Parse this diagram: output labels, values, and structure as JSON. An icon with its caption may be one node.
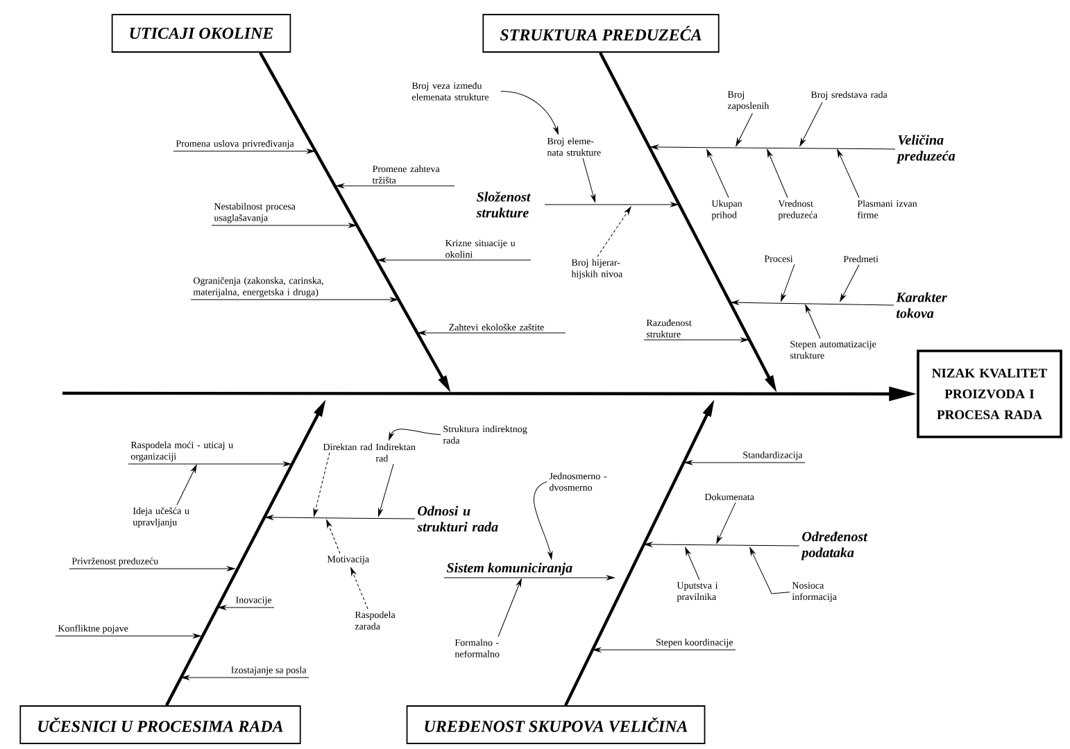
{
  "diagram": {
    "nodes": [
      {
        "text": [
          "UTICAJI OKOLINE"
        ]
      },
      {
        "text": [
          "STRUKTURA PREDUZEĆA"
        ]
      },
      {
        "text": [
          "Promena uslova privređivanja"
        ]
      },
      {
        "text": [
          "Promene zahteva tržišta"
        ]
      },
      {
        "text": [
          "Nestabilnost procesa usaglašavanja"
        ]
      },
      {
        "text": [
          "Krizne situacije u okolini"
        ]
      },
      {
        "text": [
          "Ograničenja (zakonska, carinska, materijalna, energetska i druga)"
        ]
      },
      {
        "text": [
          "Zahtevi ekološke zaštite"
        ]
      },
      {
        "text": [
          "Broj veza između elemenata strukture"
        ]
      },
      {
        "text": [
          "Broj eleme- nata strukture"
        ]
      },
      {
        "text": [
          "Složenost strukture"
        ]
      },
      {
        "text": [
          "Broj hijerar- hijskih nivoa"
        ]
      },
      {
        "text": [
          "Broj zaposlenih"
        ]
      },
      {
        "text": [
          "Broj sredstava rada"
        ]
      },
      {
        "text": [
          "Veličina preduzeća"
        ]
      },
      {
        "text": [
          "Ukupan prihod"
        ]
      },
      {
        "text": [
          "Vrednost preduzeća"
        ]
      },
      {
        "text": [
          "Plasmani izvan firme"
        ]
      },
      {
        "text": [
          "Procesi"
        ]
      },
      {
        "text": [
          "Predmeti"
        ]
      },
      {
        "text": [
          "Karakter tokova"
        ]
      },
      {
        "text": [
          "Razuđenost strukture"
        ]
      },
      {
        "text": [
          "Stepen automatizacije strukture"
        ]
      },
      {
        "text": [
          "NIZAK KVALITET PROIZVODA I PROCESA RADA"
        ]
      },
      {
        "text": [
          "Raspodela moći - uticaj u organizaciji"
        ]
      },
      {
        "text": [
          "Ideja učešća u upravljanju"
        ]
      },
      {
        "text": [
          "Direktan rad"
        ]
      },
      {
        "text": [
          "Indirektan rad"
        ]
      },
      {
        "text": [
          "Struktura indirektnog rada"
        ]
      },
      {
        "text": [
          "Odnosi u strukturi rada"
        ]
      },
      {
        "text": [
          "Motivacija"
        ]
      },
      {
        "text": [
          "Raspodela zarada"
        ]
      },
      {
        "text": [
          "Privrženost preduzeću"
        ]
      },
      {
        "text": [
          "Inovacije"
        ]
      },
      {
        "text": [
          "Konfliktne pojave"
        ]
      },
      {
        "text": [
          "Izostajanje sa posla"
        ]
      },
      {
        "text": [
          "Standardizacija"
        ]
      },
      {
        "text": [
          "Jednosmerno - dvosmerno"
        ]
      },
      {
        "text": [
          "Dokumenata"
        ]
      },
      {
        "text": [
          "Određenost podataka"
        ]
      },
      {
        "text": [
          "Sistem komuniciranja"
        ]
      },
      {
        "text": [
          "Uputstva i pravilnika"
        ]
      },
      {
        "text": [
          "Nosioca informacija"
        ]
      },
      {
        "text": [
          "Formalno - neformalno"
        ]
      },
      {
        "text": [
          "Stepen koordinacije"
        ]
      },
      {
        "text": [
          "UČESNICI U PROCESIMA RADA"
        ]
      },
      {
        "text": [
          "UREĐENOST SKUPOVA VELIČINA"
        ]
      }
    ],
    "edges": [
      {
        "from": null,
        "to": 23,
        "arrow": "to",
        "style": "thick"
      },
      {
        "from": 0,
        "to": null,
        "arrow": "to",
        "style": "thick"
      },
      {
        "from": 1,
        "to": null,
        "arrow": "to",
        "style": "thick"
      },
      {
        "from": 45,
        "to": null,
        "arrow": "to",
        "style": "thick"
      },
      {
        "from": 46,
        "to": null,
        "arrow": "to",
        "style": "thick"
      },
      {
        "from": 2,
        "to": null,
        "arrow": "to"
      },
      {
        "from": 3,
        "to": null,
        "arrow": "to"
      },
      {
        "from": 4,
        "to": null,
        "arrow": "to"
      },
      {
        "from": 5,
        "to": null,
        "arrow": "to"
      },
      {
        "from": 6,
        "to": null,
        "arrow": "to"
      },
      {
        "from": 7,
        "to": null,
        "arrow": "to"
      },
      {
        "from": 8,
        "to": 9,
        "arrow": "to"
      },
      {
        "from": 10,
        "to": null,
        "arrow": "to"
      },
      {
        "from": 9,
        "to": null,
        "arrow": "to"
      },
      {
        "from": 11,
        "to": null,
        "arrow": "to",
        "style": "dashed"
      },
      {
        "from": 14,
        "to": null,
        "arrow": "to"
      },
      {
        "from": 12,
        "to": null,
        "arrow": "to"
      },
      {
        "from": 13,
        "to": null,
        "arrow": "to"
      },
      {
        "from": 15,
        "to": null,
        "arrow": "to"
      },
      {
        "from": 16,
        "to": null,
        "arrow": "to"
      },
      {
        "from": 17,
        "to": null,
        "arrow": "to"
      },
      {
        "from": 20,
        "to": null,
        "arrow": "to"
      },
      {
        "from": 18,
        "to": null,
        "arrow": "to"
      },
      {
        "from": 19,
        "to": null,
        "arrow": "to"
      },
      {
        "from": 22,
        "to": null,
        "arrow": "to"
      },
      {
        "from": 21,
        "to": null,
        "arrow": "to"
      },
      {
        "from": 24,
        "to": null,
        "arrow": "to"
      },
      {
        "from": 25,
        "to": 24,
        "arrow": "to"
      },
      {
        "from": 29,
        "to": null,
        "arrow": "to"
      },
      {
        "from": 26,
        "to": null,
        "arrow": "to",
        "style": "dashed"
      },
      {
        "from": 27,
        "to": null,
        "arrow": "to"
      },
      {
        "from": 28,
        "to": 27,
        "arrow": "to"
      },
      {
        "from": 30,
        "to": null,
        "arrow": "to",
        "style": "dashed"
      },
      {
        "from": 31,
        "to": 30,
        "arrow": "to",
        "style": "dashed"
      },
      {
        "from": 32,
        "to": null,
        "arrow": "to"
      },
      {
        "from": 33,
        "to": null,
        "arrow": "to"
      },
      {
        "from": 34,
        "to": null,
        "arrow": "to"
      },
      {
        "from": 35,
        "to": null,
        "arrow": "to"
      },
      {
        "from": 36,
        "to": null,
        "arrow": "to"
      },
      {
        "from": 39,
        "to": null,
        "arrow": "to"
      },
      {
        "from": 38,
        "to": null,
        "arrow": "to"
      },
      {
        "from": 41,
        "to": null,
        "arrow": "to"
      },
      {
        "from": 42,
        "to": null,
        "arrow": "to"
      },
      {
        "from": 40,
        "to": null,
        "arrow": "to"
      },
      {
        "from": 37,
        "to": 40,
        "arrow": "to"
      },
      {
        "from": 43,
        "to": 40,
        "arrow": "to"
      },
      {
        "from": 44,
        "to": null,
        "arrow": "to"
      }
    ]
  }
}
